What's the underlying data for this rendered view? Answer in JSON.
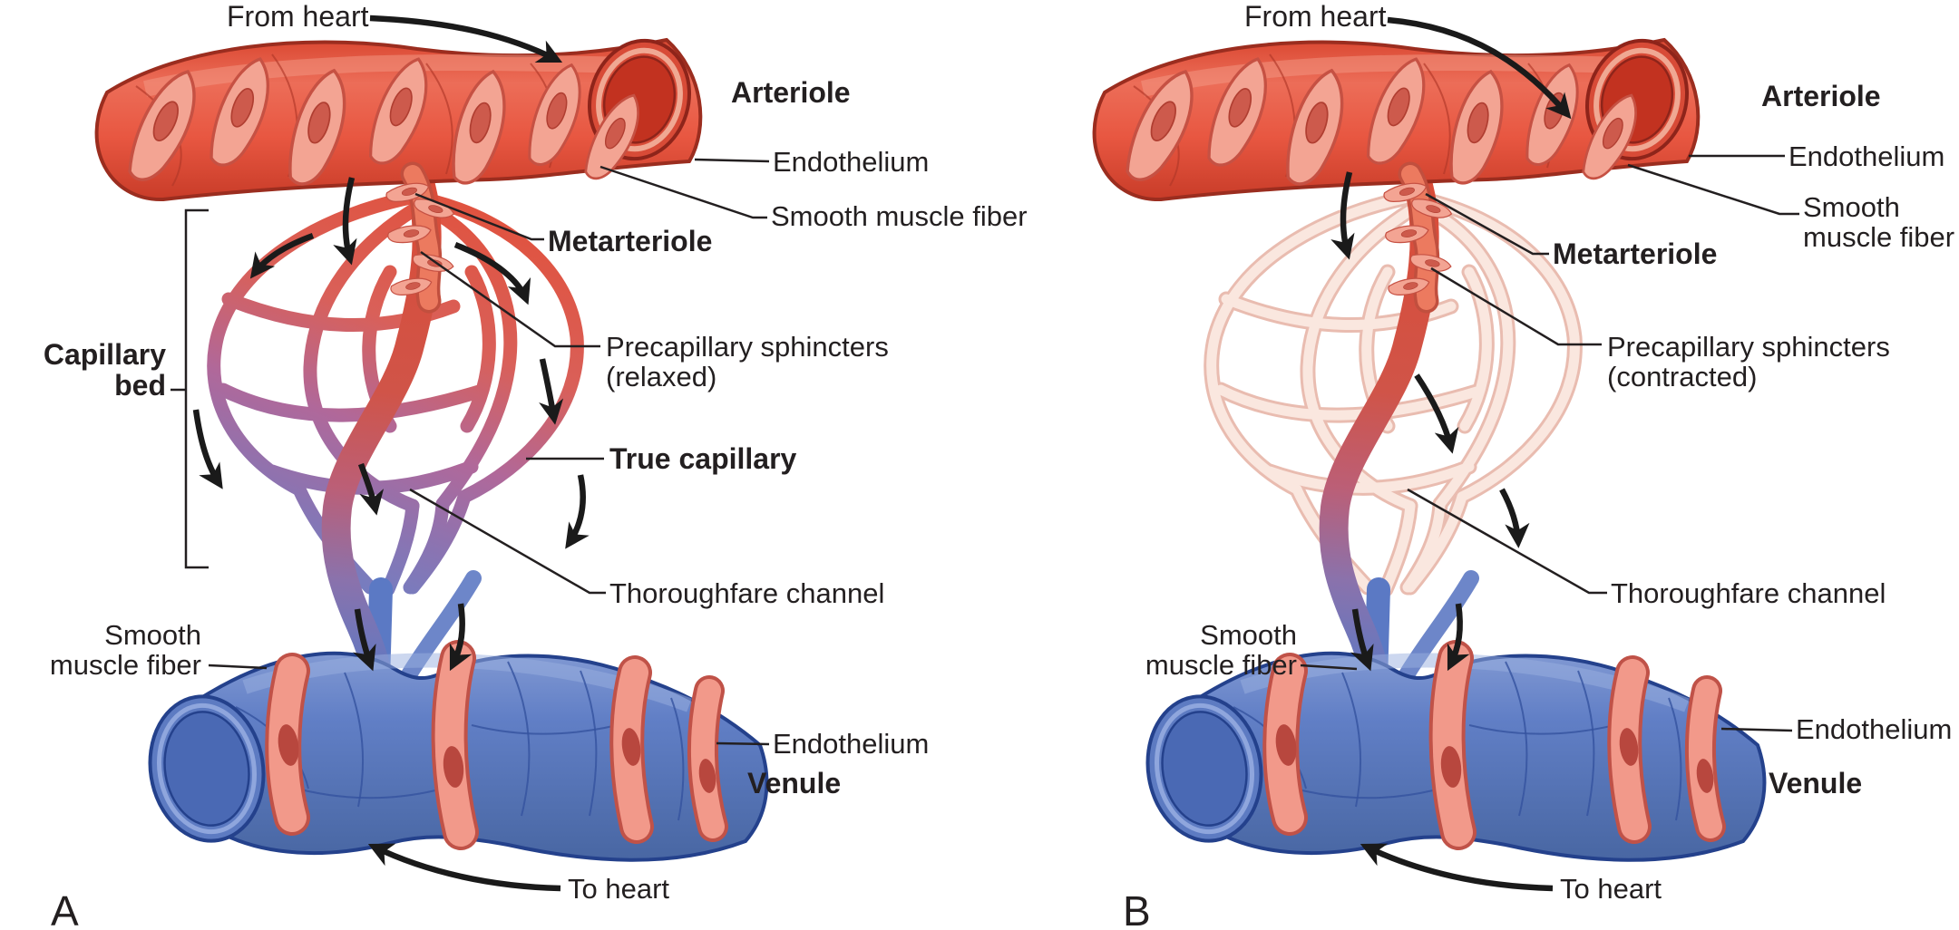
{
  "figure_type": "capillary-bed-anatomy-diagram",
  "panels": {
    "a": {
      "letter": "A",
      "from_heart": "From heart",
      "arteriole": "Arteriole",
      "endothelium_top": "Endothelium",
      "smooth_muscle_top": "Smooth muscle fiber",
      "metarteriole": "Metarteriole",
      "capillary_bed": {
        "line1": "Capillary",
        "line2": "bed"
      },
      "precapillary": {
        "line1": "Precapillary sphincters",
        "line2": "(relaxed)"
      },
      "true_capillary": "True capillary",
      "thoroughfare": "Thoroughfare channel",
      "smooth_muscle_left": {
        "line1": "Smooth",
        "line2": "muscle fiber"
      },
      "endothelium_bottom": "Endothelium",
      "venule": "Venule",
      "to_heart": "To heart"
    },
    "b": {
      "letter": "B",
      "from_heart": "From heart",
      "arteriole": "Arteriole",
      "endothelium_top": "Endothelium",
      "smooth_muscle_top": {
        "line1": "Smooth",
        "line2": "muscle fiber"
      },
      "metarteriole": "Metarteriole",
      "precapillary": {
        "line1": "Precapillary sphincters",
        "line2": "(contracted)"
      },
      "thoroughfare": "Thoroughfare channel",
      "smooth_muscle_left": {
        "line1": "Smooth",
        "line2": "muscle fiber"
      },
      "endothelium_bottom": "Endothelium",
      "venule": "Venule",
      "to_heart": "To heart"
    }
  },
  "colors": {
    "arteriole_red": "#e0503c",
    "smooth_muscle_salmon": "#f3a493",
    "muscle_nucleus": "#c1493b",
    "venule_blue": "#5d7bc2",
    "capillary_purple": "#a06da5",
    "capillary_pale": "#fae7df",
    "label_text": "#231f20",
    "flow_arrow": "#1a1a1a",
    "background": "#ffffff"
  }
}
